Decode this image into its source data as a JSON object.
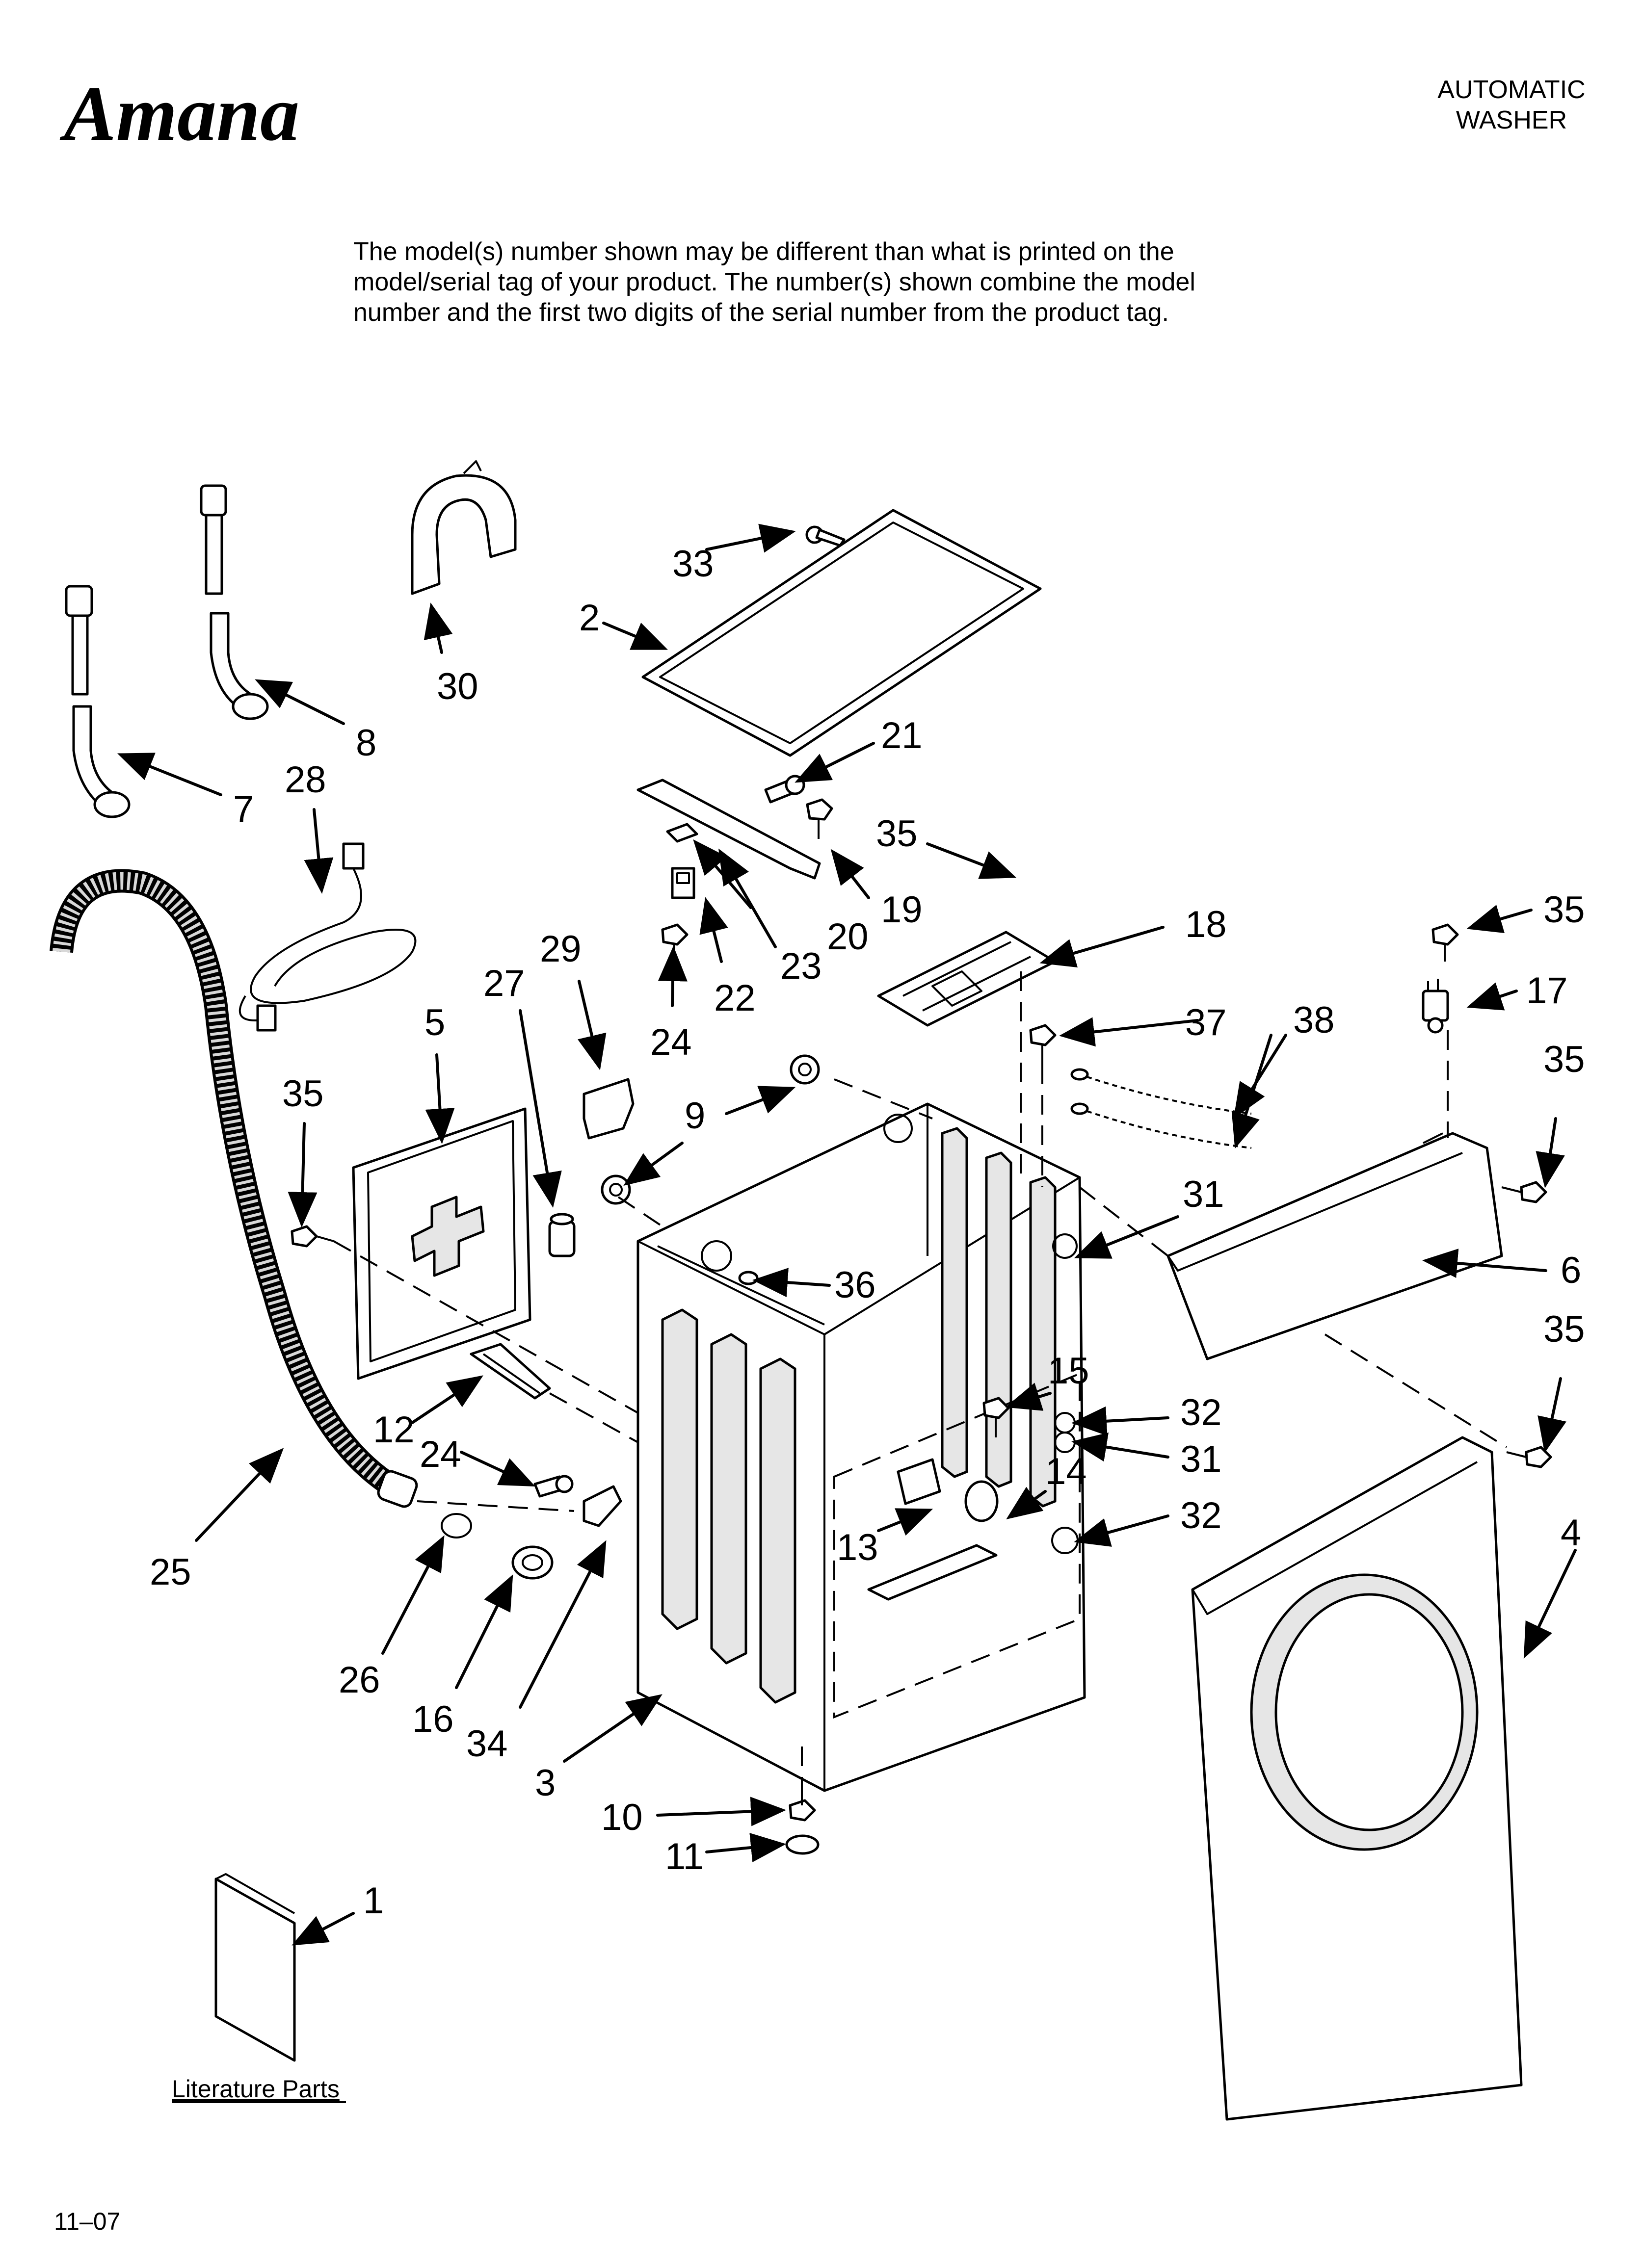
{
  "header": {
    "brand": "Amana",
    "product_line1": "AUTOMATIC",
    "product_line2": "WASHER"
  },
  "notice": {
    "line1": "The model(s) number shown may be different than what is printed on the",
    "line2": "model/serial tag of your product. The number(s) shown combine the model",
    "line3": "number and the first two digits of the serial number from the product tag."
  },
  "callouts": {
    "c33": "33",
    "c2": "2",
    "c30": "30",
    "c8": "8",
    "c7": "7",
    "c21": "21",
    "c28": "28",
    "c35a": "35",
    "c19": "19",
    "c20": "20",
    "c23": "23",
    "c22": "22",
    "c24a": "24",
    "c18": "18",
    "c35b": "35",
    "c17": "17",
    "c29": "29",
    "c27": "27",
    "c5": "5",
    "c37": "37",
    "c38": "38",
    "c35c": "35",
    "c35d": "35",
    "c9": "9",
    "c31a": "31",
    "c36": "36",
    "c6": "6",
    "c35e": "35",
    "c15": "15",
    "c32a": "32",
    "c12": "12",
    "c24b": "24",
    "c31b": "31",
    "c14": "14",
    "c32b": "32",
    "c13": "13",
    "c4": "4",
    "c25": "25",
    "c26": "26",
    "c16": "16",
    "c34": "34",
    "c3": "3",
    "c10": "10",
    "c11": "11",
    "c1": "1"
  },
  "literature": {
    "label": "Literature Parts"
  },
  "footer": {
    "date_code": "11–07"
  }
}
